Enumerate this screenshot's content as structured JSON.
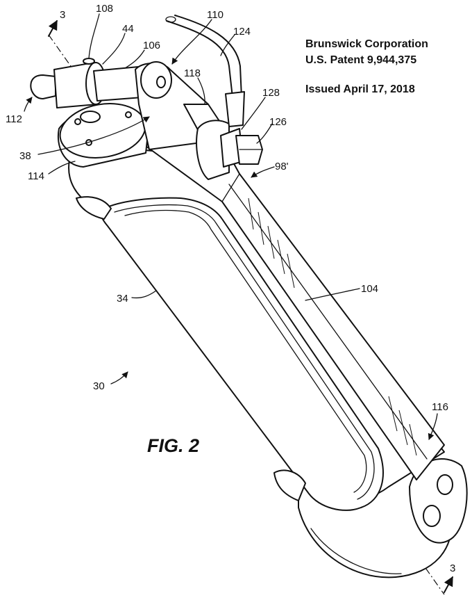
{
  "header": {
    "company": "Brunswick Corporation",
    "patent": "U.S. Patent 9,944,375",
    "issued": "Issued April 17, 2018"
  },
  "figure_label": "FIG. 2",
  "reference_numerals": {
    "section_top": "3",
    "section_bottom": "3",
    "r108": "108",
    "r44": "44",
    "r106": "106",
    "r110": "110",
    "r124": "124",
    "r118": "118",
    "r128": "128",
    "r126": "126",
    "r98p": "98'",
    "r112": "112",
    "r38": "38",
    "r114": "114",
    "r34": "34",
    "r104": "104",
    "r30": "30",
    "r116": "116"
  }
}
